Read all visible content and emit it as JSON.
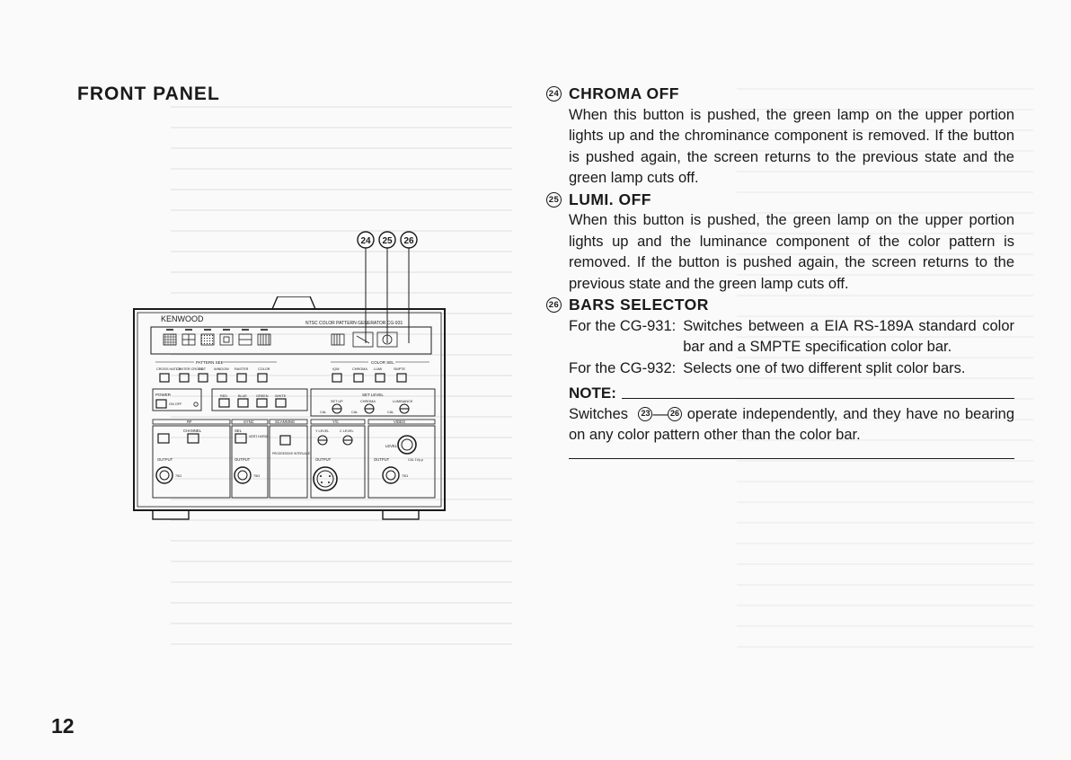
{
  "heading": "FRONT PANEL",
  "page_number": "12",
  "sections": [
    {
      "number": "24",
      "title": "CHROMA OFF",
      "body": "When this button is pushed, the green lamp on the upper portion lights up and the chrominance component is removed. If the button is pushed again, the screen returns to the previous state and the green lamp cuts off."
    },
    {
      "number": "25",
      "title": "LUMI. OFF",
      "body": "When this button is pushed, the green lamp on the upper portion lights up and the luminance component of the color pattern is removed. If the button is pushed again, the screen returns to the previous state and the green lamp cuts off."
    },
    {
      "number": "26",
      "title": "BARS SELECTOR",
      "specs": [
        {
          "label": "For the CG-931:",
          "text": "Switches between a EIA RS-189A standard color bar and a SMPTE specification color bar."
        },
        {
          "label": "For the CG-932:",
          "text": "Selects one of two different split color bars."
        }
      ]
    }
  ],
  "note": {
    "title": "NOTE:",
    "prefix": "Switches",
    "from": "23",
    "dash": "—",
    "to": "26",
    "text": "operate independently, and they have no bearing on any color pattern other than the color bar."
  },
  "callout_numbers": [
    "24",
    "25",
    "26"
  ],
  "device": {
    "brand": "KENWOOD",
    "model_title": "NTSC COLOR PATTERN GENERATOR CG-931",
    "pattern_sel": "PATTERN SEL",
    "color_sel": "COLOR SEL",
    "pattern_buttons": [
      "CROSS HATCH",
      "CENTER CROSS",
      "DOT",
      "WINDOW",
      "RASTER",
      "COLOR"
    ],
    "color_buttons": [
      "IQW",
      "CHROMA OFF",
      "LUMI OFF",
      "SMPTE EIA"
    ],
    "power": "POWER",
    "on_off": "ON OFF",
    "raster_buttons": [
      "RED",
      "BLUE",
      "GREEN",
      "WHITE"
    ],
    "set_level": "SET LEVEL",
    "set_up": "SET UP",
    "chroma": "CHROMA",
    "luminance": "LUMINANCE",
    "cal": "CAL",
    "rf": "RF",
    "sync": "SYNC",
    "scanning": "SCANNING",
    "yc": "Y/C",
    "video": "VIDEO",
    "channel": "CHANNEL",
    "sel": "SEL",
    "vert_horiz": "VERT HORIZ",
    "progressive_interlace": "PROGRESSIVE INTERLACE",
    "y_level": "Y LEVEL",
    "c_level": "C LEVEL",
    "level": "LEVEL",
    "output": "OUTPUT",
    "ohm": "75Ω",
    "cal_vpp": "CAL 1Vp-p"
  }
}
